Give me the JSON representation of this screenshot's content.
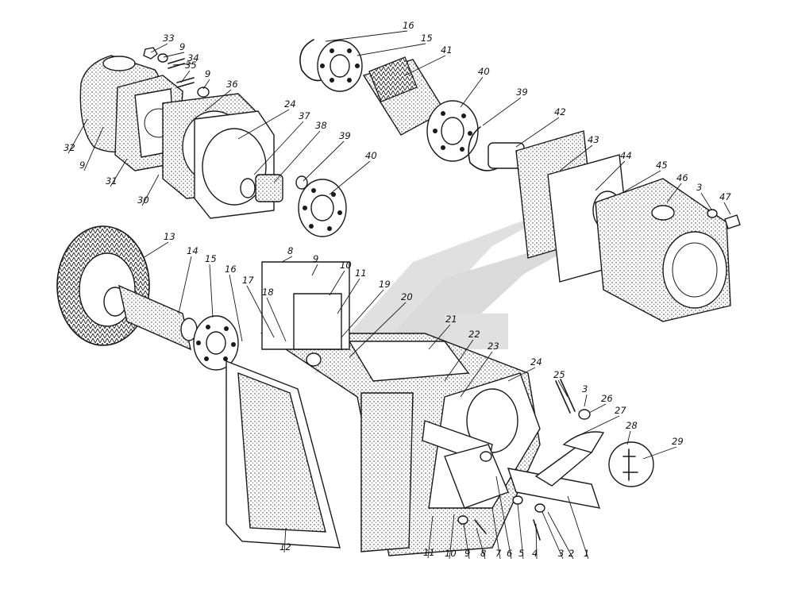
{
  "diagram": {
    "callouts": [
      {
        "id": "c33",
        "text": "33"
      },
      {
        "id": "c9a",
        "text": "9"
      },
      {
        "id": "c34",
        "text": "34"
      },
      {
        "id": "c35",
        "text": "35"
      },
      {
        "id": "c9b",
        "text": "9"
      },
      {
        "id": "c36",
        "text": "36"
      },
      {
        "id": "c32",
        "text": "32"
      },
      {
        "id": "c9c",
        "text": "9"
      },
      {
        "id": "c31",
        "text": "31"
      },
      {
        "id": "c30",
        "text": "30"
      },
      {
        "id": "c24a",
        "text": "24"
      },
      {
        "id": "c37",
        "text": "37"
      },
      {
        "id": "c38",
        "text": "38"
      },
      {
        "id": "c39a",
        "text": "39"
      },
      {
        "id": "c40a",
        "text": "40"
      },
      {
        "id": "c16a",
        "text": "16"
      },
      {
        "id": "c15a",
        "text": "15"
      },
      {
        "id": "c41",
        "text": "41"
      },
      {
        "id": "c40b",
        "text": "40"
      },
      {
        "id": "c39b",
        "text": "39"
      },
      {
        "id": "c42",
        "text": "42"
      },
      {
        "id": "c43",
        "text": "43"
      },
      {
        "id": "c44",
        "text": "44"
      },
      {
        "id": "c45",
        "text": "45"
      },
      {
        "id": "c46",
        "text": "46"
      },
      {
        "id": "c3a",
        "text": "3"
      },
      {
        "id": "c47",
        "text": "47"
      },
      {
        "id": "c13",
        "text": "13"
      },
      {
        "id": "c14",
        "text": "14"
      },
      {
        "id": "c15b",
        "text": "15"
      },
      {
        "id": "c16b",
        "text": "16"
      },
      {
        "id": "c8a",
        "text": "8"
      },
      {
        "id": "c9d",
        "text": "9"
      },
      {
        "id": "c10a",
        "text": "10"
      },
      {
        "id": "c11a",
        "text": "11"
      },
      {
        "id": "c17",
        "text": "17"
      },
      {
        "id": "c18",
        "text": "18"
      },
      {
        "id": "c19",
        "text": "19"
      },
      {
        "id": "c20",
        "text": "20"
      },
      {
        "id": "c21",
        "text": "21"
      },
      {
        "id": "c22",
        "text": "22"
      },
      {
        "id": "c23",
        "text": "23"
      },
      {
        "id": "c24b",
        "text": "24"
      },
      {
        "id": "c25",
        "text": "25"
      },
      {
        "id": "c3b",
        "text": "3"
      },
      {
        "id": "c26",
        "text": "26"
      },
      {
        "id": "c27",
        "text": "27"
      },
      {
        "id": "c28",
        "text": "28"
      },
      {
        "id": "c29",
        "text": "29"
      },
      {
        "id": "c12",
        "text": "12"
      },
      {
        "id": "c11b",
        "text": "11"
      },
      {
        "id": "c10b",
        "text": "10"
      },
      {
        "id": "c9e",
        "text": "9"
      },
      {
        "id": "c8b",
        "text": "8"
      },
      {
        "id": "c7",
        "text": "7"
      },
      {
        "id": "c6",
        "text": "6"
      },
      {
        "id": "c5",
        "text": "5"
      },
      {
        "id": "c4",
        "text": "4"
      },
      {
        "id": "c3c",
        "text": "3"
      },
      {
        "id": "c2",
        "text": "2"
      },
      {
        "id": "c1",
        "text": "1"
      }
    ]
  },
  "colors": {
    "ink": "#1a1a1a",
    "watermark": "#c8c8c8",
    "background": "#ffffff"
  }
}
